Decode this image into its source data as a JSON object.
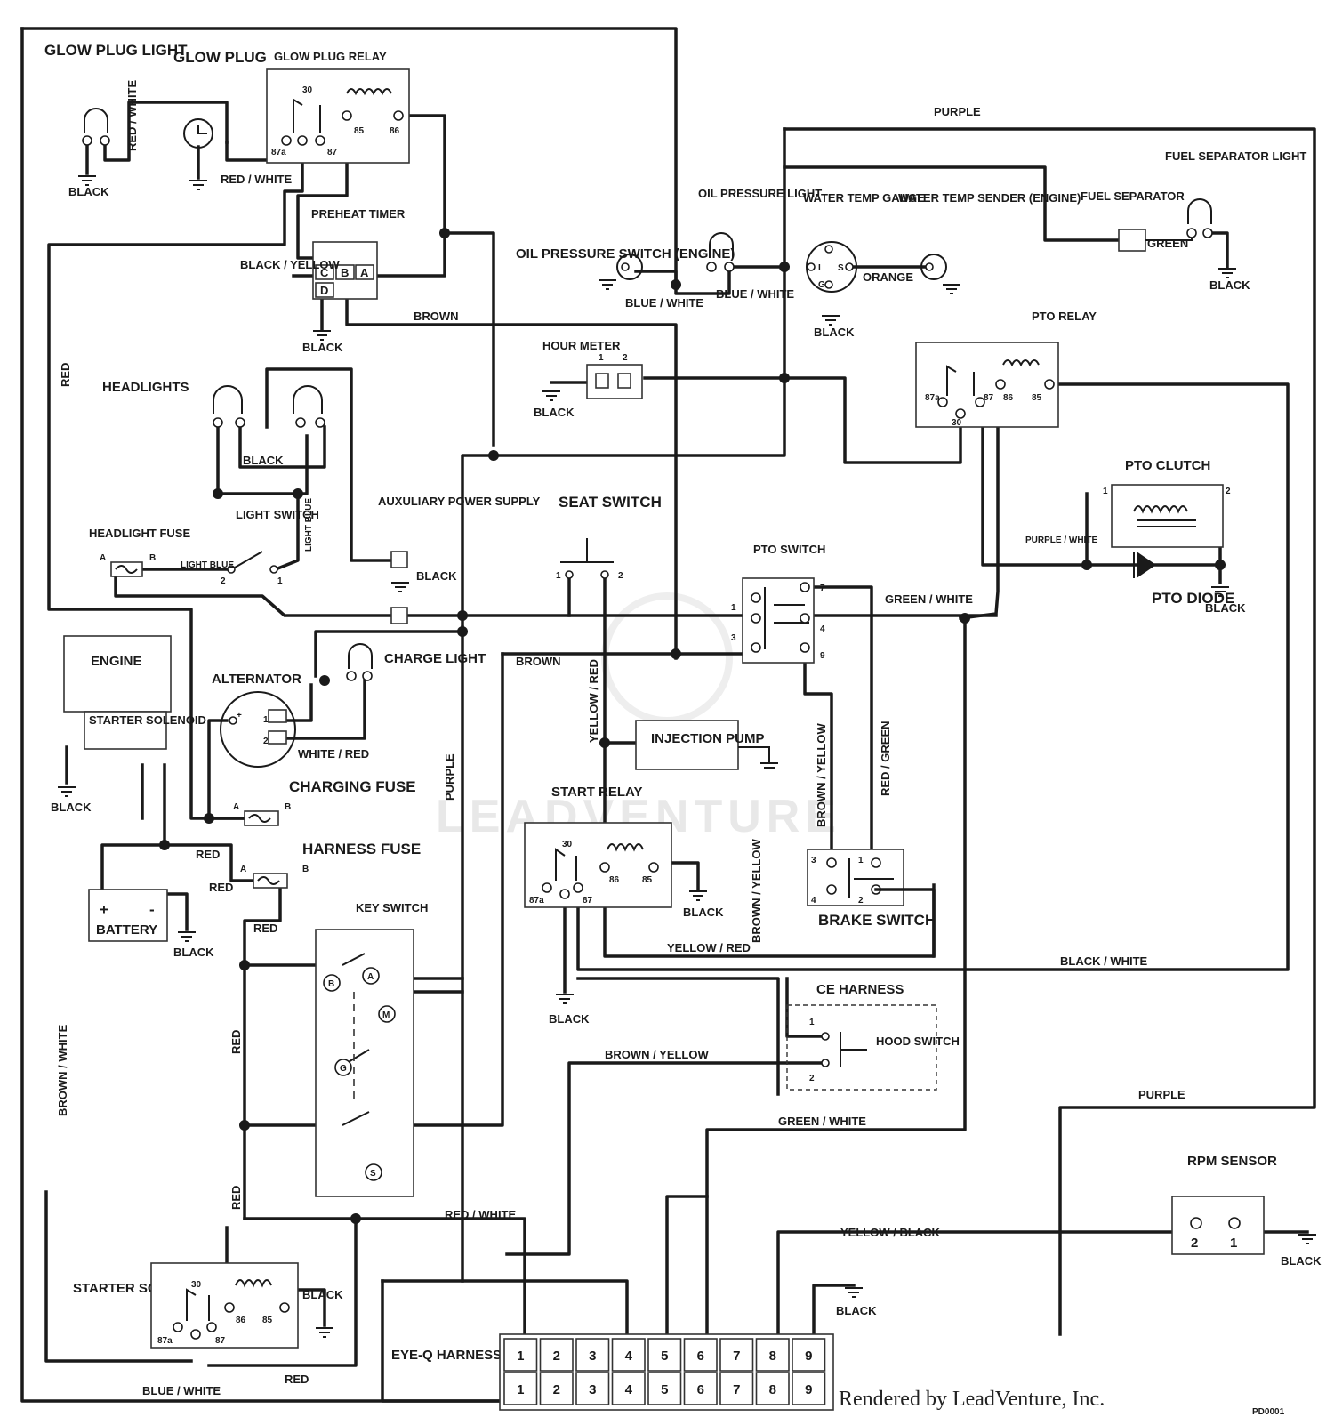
{
  "components": {
    "glow_plug_light": "GLOW PLUG LIGHT",
    "glow_plug": "GLOW PLUG",
    "glow_plug_relay": "GLOW PLUG RELAY",
    "preheat_timer": "PREHEAT TIMER",
    "oil_pressure_switch": "OIL PRESSURE SWITCH (ENGINE)",
    "oil_pressure_light": "OIL PRESSURE LIGHT",
    "water_temp_gauge": "WATER TEMP GAUGE",
    "water_temp_sender": "WATER TEMP SENDER (ENGINE)",
    "fuel_separator": "FUEL SEPARATOR",
    "fuel_separator_light": "FUEL SEPARATOR LIGHT",
    "pto_relay": "PTO RELAY",
    "hour_meter": "HOUR METER",
    "headlights": "HEADLIGHTS",
    "seat_switch": "SEAT SWITCH",
    "pto_clutch": "PTO CLUTCH",
    "pto_diode": "PTO DIODE",
    "light_switch": "LIGHT SWITCH",
    "auxiliary_power_supply": "AUXULIARY POWER SUPPLY",
    "headlight_fuse": "HEADLIGHT FUSE",
    "pto_switch": "PTO SWITCH",
    "engine": "ENGINE",
    "starter_solenoid": "STARTER SOLENOID",
    "alternator": "ALTERNATOR",
    "charge_light": "CHARGE LIGHT",
    "injection_pump": "INJECTION PUMP",
    "charging_fuse": "CHARGING FUSE",
    "harness_fuse": "HARNESS FUSE",
    "battery": "BATTERY",
    "key_switch": "KEY SWITCH",
    "start_relay": "START RELAY",
    "brake_switch": "BRAKE SWITCH",
    "ce_harness": "CE HARNESS",
    "hood_switch": "HOOD SWITCH",
    "rpm_sensor": "RPM SENSOR",
    "starter_solenoid_relay": "STARTER SOLENOID RELAY",
    "eye_q_connector": "EYE-Q HARNESS CONNECTOR"
  },
  "wire_labels": {
    "black": "BLACK",
    "red": "RED",
    "red_white": "RED / WHITE",
    "red_white_compact": "RED / WHITE",
    "black_yellow": "BLACK / YELLOW",
    "brown": "BROWN",
    "purple": "PURPLE",
    "blue_white": "BLUE / WHITE",
    "orange": "ORANGE",
    "green": "GREEN",
    "light_blue": "LIGHT BLUE",
    "green_white": "GREEN / WHITE",
    "purple_white": "PURPLE / WHITE",
    "yellow_red": "YELLOW / RED",
    "white_red": "WHITE / RED",
    "brown_yellow": "BROWN / YELLOW",
    "red_green": "RED / GREEN",
    "black_white": "BLACK / WHITE",
    "brown_white": "BROWN / WHITE",
    "yellow_black": "YELLOW / BLACK"
  },
  "terminals": {
    "relay": [
      "30",
      "87a",
      "87",
      "85",
      "86"
    ],
    "timer": [
      "C",
      "B",
      "A",
      "D"
    ],
    "meter": [
      "1",
      "2"
    ],
    "pto_switch": [
      "1",
      "3",
      "7",
      "4",
      "9"
    ],
    "brake": [
      "3",
      "1",
      "4",
      "2"
    ],
    "key": [
      "B",
      "A",
      "M",
      "G",
      "S"
    ],
    "gauge": [
      "I",
      "S",
      "G"
    ],
    "fuse": [
      "A",
      "B"
    ],
    "battery": [
      "+",
      "-"
    ],
    "alternator": [
      "+",
      "1",
      "2"
    ],
    "rpm": [
      "2",
      "1"
    ],
    "hood": [
      "1",
      "2"
    ]
  },
  "connector_pins": [
    "1",
    "2",
    "3",
    "4",
    "5",
    "6",
    "7",
    "8",
    "9"
  ],
  "footer": {
    "rendered_by": "Rendered by LeadVenture, Inc.",
    "drawing_id": "PD0001"
  },
  "watermark": "LEADVENTURE"
}
